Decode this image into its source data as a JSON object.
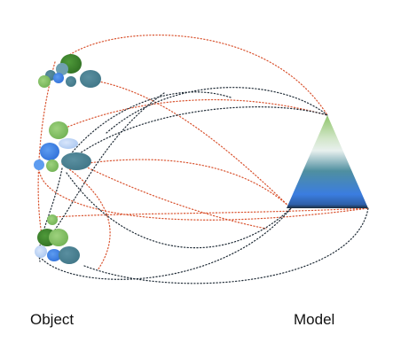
{
  "labels": {
    "object": "Object",
    "model": "Model"
  },
  "colors": {
    "background": "#ffffff",
    "link_red": "#d9532f",
    "link_black": "#1e2a35",
    "triangle_top": "#8fc56a",
    "triangle_mid_light": "#e8f0ee",
    "triangle_mid": "#4f8fa0",
    "triangle_low": "#3b7de0",
    "triangle_base": "#1a2b3a"
  },
  "clusters": [
    "object-cluster-top",
    "object-cluster-middle",
    "object-cluster-bottom"
  ]
}
